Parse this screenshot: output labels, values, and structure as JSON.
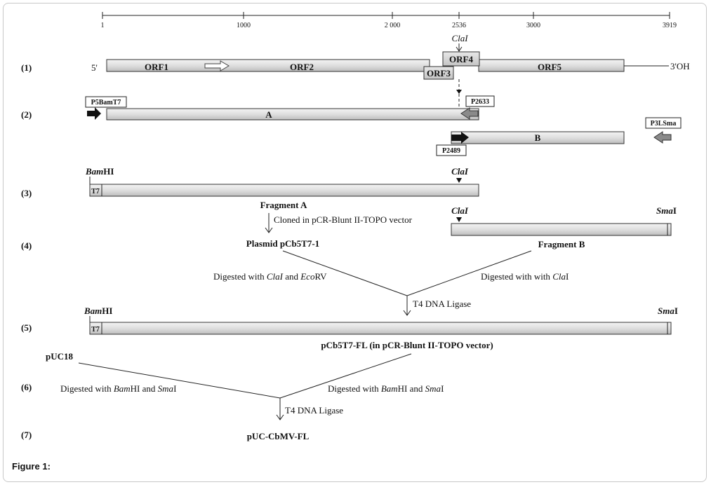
{
  "scale": {
    "ticks": [
      "1",
      "1000",
      "2 000",
      "2536",
      "3000",
      "3919"
    ]
  },
  "steps": [
    "(1)",
    "(2)",
    "(3)",
    "(4)",
    "(5)",
    "(6)",
    "(7)"
  ],
  "genome": {
    "five_prime": "5'",
    "three_prime": "3'OH",
    "cla_site": "ClaI",
    "orfs": [
      "ORF1",
      "ORF2",
      "ORF3",
      "ORF4",
      "ORF5"
    ]
  },
  "pcr": {
    "primer_p5": "P5BamT7",
    "primer_p2633": "P2633",
    "primer_p3": "P3LSma",
    "primer_p2489": "P2489",
    "product_a": "A",
    "product_b": "B"
  },
  "step3": {
    "bam_site_italic": "Bam",
    "bam_site_rest": "HI",
    "t7": "T7",
    "cla_site": "ClaI",
    "fragment_a": "Fragment A"
  },
  "step4": {
    "cloned": "Cloned in pCR-Blunt II-TOPO vector",
    "plasmid": "Plasmid pCb5T7-1",
    "cla_site": "ClaI",
    "sma_site_italic": "Sma",
    "sma_site_rest": "I",
    "fragment_b": "Fragment B",
    "digest_left_1": "Digested with ",
    "digest_left_2": "ClaI",
    "digest_left_3": " and ",
    "digest_left_4": "Eco",
    "digest_left_5": "RV",
    "digest_right_1": "Digested with with ",
    "digest_right_2": "Cla",
    "digest_right_3": "I",
    "ligase": "T4 DNA Ligase"
  },
  "step5": {
    "bam_italic": "Bam",
    "bam_rest": "HI",
    "sma_italic": "Sma",
    "sma_rest": "I",
    "t7": "T7",
    "product": "pCb5T7-FL (in pCR-Blunt II-TOPO vector)"
  },
  "step6": {
    "puc": "pUC18",
    "digest_1": "Digested with ",
    "digest_2": "Bam",
    "digest_3": "HI and ",
    "digest_4": "Sma",
    "digest_5": "I",
    "ligase": "T4 DNA Ligase"
  },
  "step7": {
    "final": "pUC-CbMV-FL"
  },
  "caption": "Figure 1:"
}
